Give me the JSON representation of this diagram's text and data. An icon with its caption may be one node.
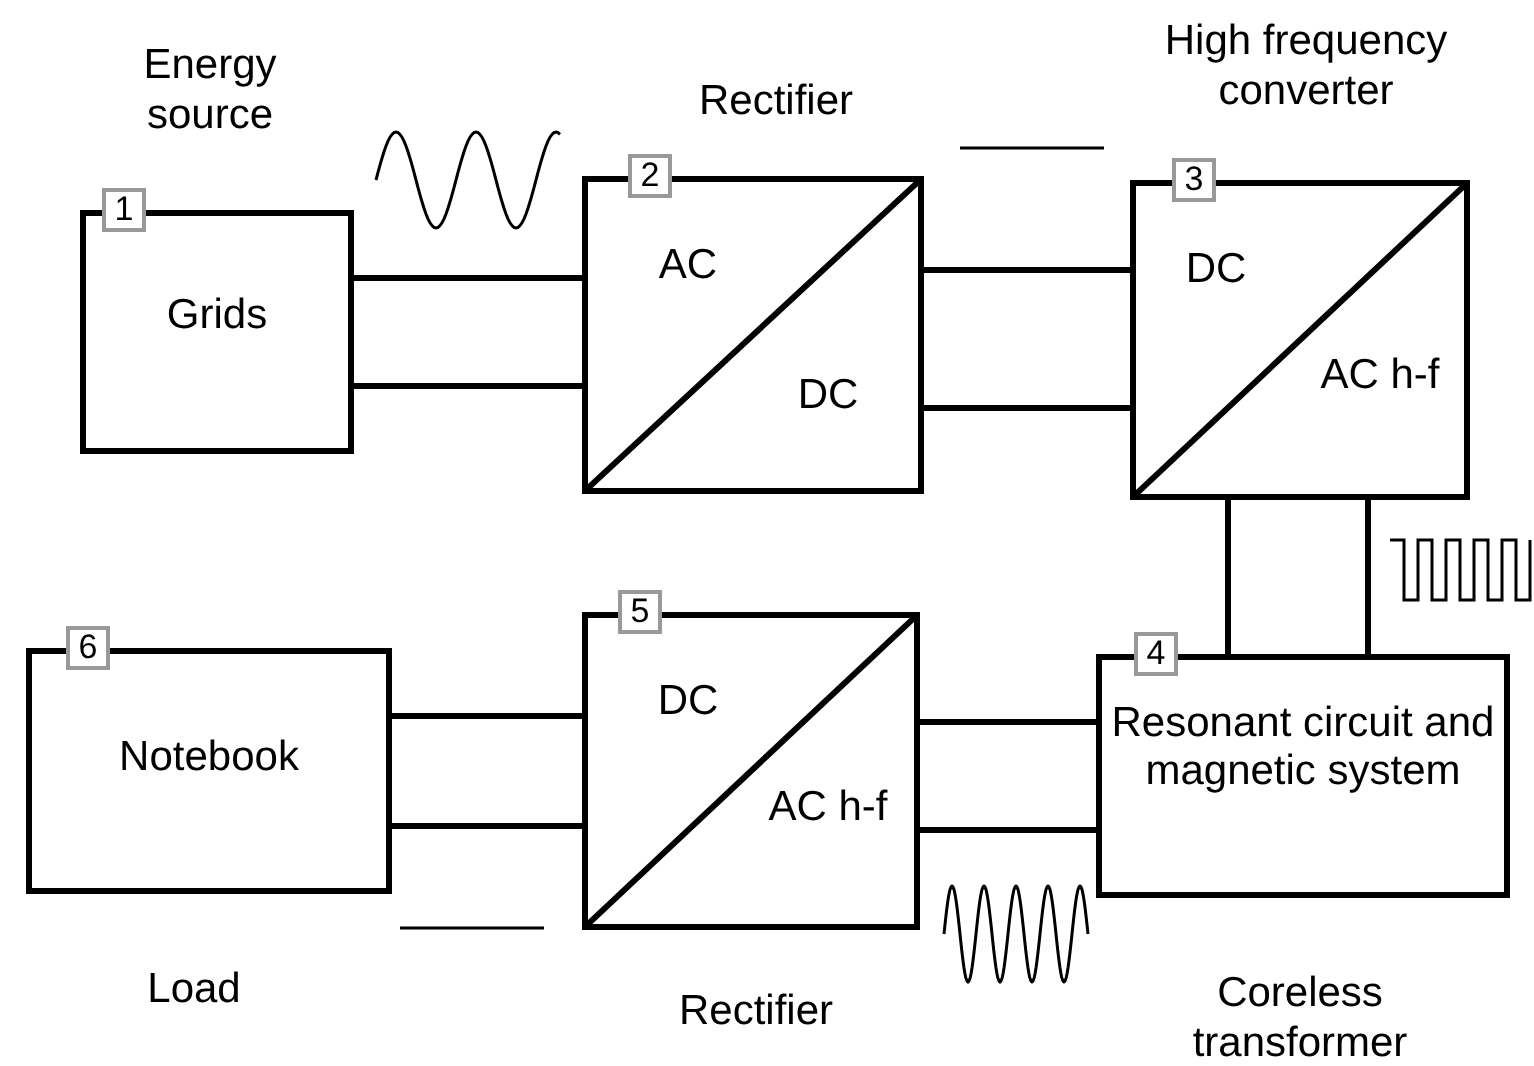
{
  "diagram": {
    "nodes": [
      {
        "text": [
          "1",
          "Grids"
        ],
        "beside": [
          "Energy source"
        ]
      },
      {
        "text": [
          "2",
          "AC",
          "DC"
        ],
        "beside": [
          "Rectifier"
        ]
      },
      {
        "text": [
          "3",
          "DC",
          "AC h-f"
        ],
        "beside": [
          "High frequency converter"
        ]
      },
      {
        "text": [
          "4",
          "Resonant circuit and magnetic system"
        ],
        "beside": [
          "Coreless transformer"
        ]
      },
      {
        "text": [
          "5",
          "DC",
          "AC h-f"
        ],
        "beside": [
          "Rectifier"
        ]
      },
      {
        "text": [
          "6",
          "Notebook"
        ],
        "beside": [
          "Load"
        ]
      }
    ],
    "edges": [
      {
        "from": 0,
        "to": 1,
        "arrow": "none"
      },
      {
        "from": 0,
        "to": 1,
        "arrow": "none"
      },
      {
        "from": 1,
        "to": 2,
        "arrow": "none"
      },
      {
        "from": 1,
        "to": 2,
        "arrow": "none"
      },
      {
        "from": 2,
        "to": 3,
        "arrow": "none"
      },
      {
        "from": 2,
        "to": 3,
        "arrow": "none"
      },
      {
        "from": 3,
        "to": 4,
        "arrow": "none"
      },
      {
        "from": 3,
        "to": 4,
        "arrow": "none"
      },
      {
        "from": 4,
        "to": 5,
        "arrow": "none"
      },
      {
        "from": 4,
        "to": 5,
        "arrow": "none"
      }
    ]
  }
}
